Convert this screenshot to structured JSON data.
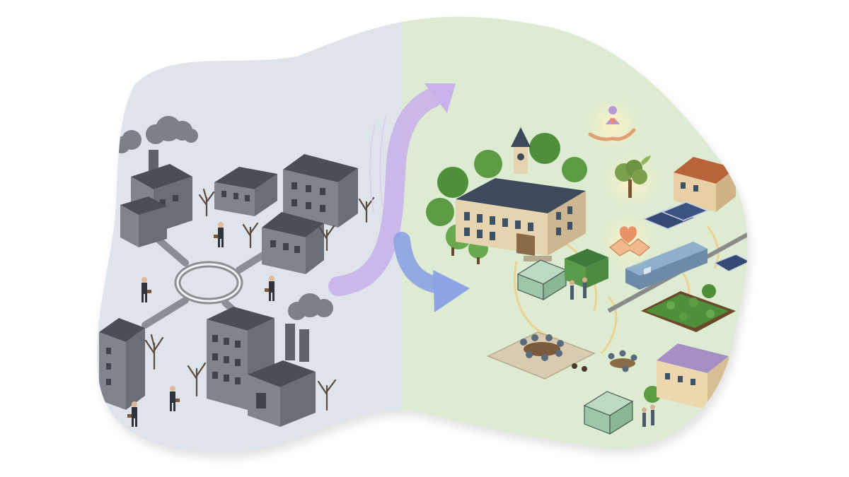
{
  "scene": {
    "left_half": "industrial-grey-city",
    "right_half": "green-community-city",
    "transition": "purple-arrows",
    "icons": [
      "care-hands-icon",
      "tree-icon",
      "handshake-icon"
    ]
  },
  "colors": {
    "left_bg": "#dfe4ea",
    "right_bg": "#dcebd1",
    "arrow_purple": "#c9b2ea",
    "arrow_blue": "#8fa4e3",
    "building_grey": "#6f737a",
    "roof_dark": "#4a4e56",
    "leaf_green": "#5e9b45",
    "glow": "#f2c97a"
  }
}
